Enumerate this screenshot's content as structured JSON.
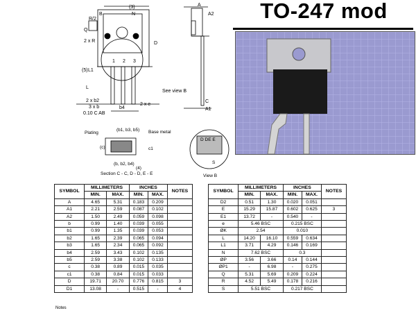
{
  "title": "TO-247 mod",
  "drawing_labels": {
    "e": "(3)",
    "n": "N",
    "b_box": "B",
    "r": "R/2",
    "q": "Q",
    "two_r": "2 x R",
    "d": "D",
    "a_box": "A",
    "a2": "A2",
    "five": "(5)",
    "l1": "L1",
    "l": "L",
    "p1": "1",
    "p2": "2",
    "p3": "3",
    "see_view_b": "See view B",
    "two_b2": "2 x b2",
    "three_b": "3 x b",
    "b4": "b4",
    "two_e": "2 x e",
    "tol": "0.10 C AB",
    "c": "C",
    "a1": "A1",
    "plating": "Plating",
    "b1b3b5": "(b1, b3, b5)",
    "base_metal": "Base metal",
    "c_paren": "(c)",
    "c1": "c1",
    "b_b2_b4": "(b, b2, b4)",
    "four": "(4)",
    "section": "Section C - C, D - D, E - E",
    "d_de_e": "D DE E",
    "view_b": "View B",
    "s": "S"
  },
  "table_headers": {
    "symbol": "SYMBOL",
    "millimeters": "MILLIMETERS",
    "inches": "INCHES",
    "notes": "NOTES",
    "min": "MIN.",
    "max": "MAX."
  },
  "table_left": [
    [
      "A",
      "4.65",
      "5.31",
      "0.183",
      "0.209",
      ""
    ],
    [
      "A1",
      "2.21",
      "2.59",
      "0.087",
      "0.102",
      ""
    ],
    [
      "A2",
      "1.50",
      "2.49",
      "0.059",
      "0.098",
      ""
    ],
    [
      "b",
      "0.99",
      "1.40",
      "0.039",
      "0.055",
      ""
    ],
    [
      "b1",
      "0.99",
      "1.35",
      "0.039",
      "0.053",
      ""
    ],
    [
      "b2",
      "1.65",
      "2.39",
      "0.065",
      "0.094",
      ""
    ],
    [
      "b3",
      "1.65",
      "2.34",
      "0.065",
      "0.092",
      ""
    ],
    [
      "b4",
      "2.59",
      "3.43",
      "0.102",
      "0.135",
      ""
    ],
    [
      "b5",
      "2.59",
      "3.38",
      "0.102",
      "0.133",
      ""
    ],
    [
      "c",
      "0.38",
      "0.89",
      "0.015",
      "0.035",
      ""
    ],
    [
      "c1",
      "0.38",
      "0.84",
      "0.015",
      "0.033",
      ""
    ],
    [
      "D",
      "19.71",
      "20.70",
      "0.776",
      "0.815",
      "3"
    ],
    [
      "D1",
      "13.08",
      "-",
      "0.515",
      "-",
      "4"
    ]
  ],
  "table_right": [
    [
      "D2",
      "0.51",
      "1.30",
      "0.020",
      "0.051",
      ""
    ],
    [
      "E",
      "15.29",
      "15.87",
      "0.602",
      "0.625",
      "3"
    ],
    [
      "E1",
      "13.72",
      "-",
      "0.540",
      "-",
      ""
    ],
    [
      "e",
      "5.46 BSC",
      "",
      "0.215 BSC",
      "",
      ""
    ],
    [
      "ØK",
      "2.54",
      "",
      "0.010",
      "",
      ""
    ],
    [
      "L",
      "14.20",
      "16.10",
      "0.559",
      "0.634",
      ""
    ],
    [
      "L1",
      "3.71",
      "4.29",
      "0.146",
      "0.169",
      ""
    ],
    [
      "N",
      "7.62 BSC",
      "",
      "0.3",
      "",
      ""
    ],
    [
      "ØP",
      "3.56",
      "3.66",
      "0.14",
      "0.144",
      ""
    ],
    [
      "ØP1",
      "-",
      "6.98",
      "-",
      "0.275",
      ""
    ],
    [
      "Q",
      "5.31",
      "5.69",
      "0.209",
      "0.224",
      ""
    ],
    [
      "R",
      "4.52",
      "5.49",
      "0.178",
      "0.216",
      ""
    ],
    [
      "S",
      "5.51 BSC",
      "",
      "0.217 BSC",
      "",
      ""
    ]
  ],
  "notes_text": "Notes"
}
